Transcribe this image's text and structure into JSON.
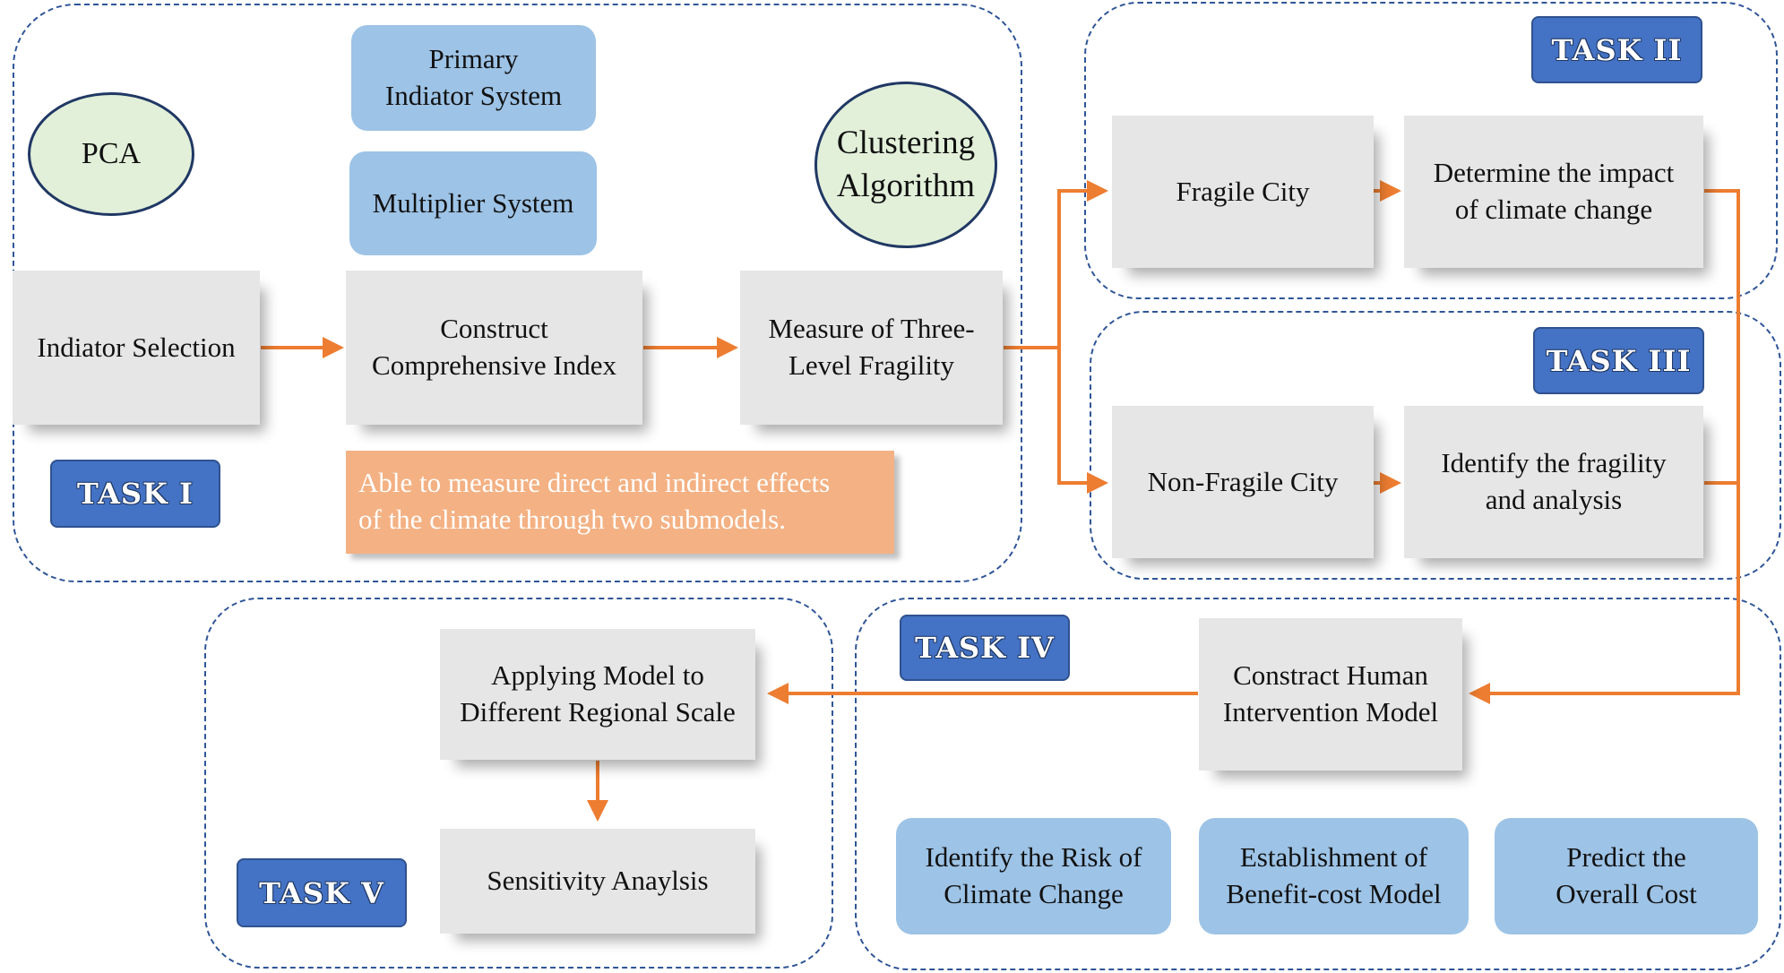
{
  "tasks": {
    "task1": "TASK I",
    "task2": "TASK II",
    "task3": "TASK III",
    "task4": "TASK IV",
    "task5": "TASK V"
  },
  "task1": {
    "pca": "PCA",
    "primary_indicator_system": "Primary\nIndiator System",
    "multiplier_system": "Multiplier System",
    "clustering_algorithm": "Clustering\nAlgorithm",
    "indicator_selection": "Indiator Selection",
    "construct_comprehensive_index": "Construct\nComprehensive Index",
    "measure_fragility": "Measure of Three-\nLevel Fragility",
    "callout": "Able to measure direct and indirect effects\nof the climate through two submodels."
  },
  "task2": {
    "fragile_city": "Fragile City",
    "determine_impact": "Determine the impact\nof climate change"
  },
  "task3": {
    "non_fragile_city": "Non-Fragile City",
    "identify_fragility": "Identify the fragility\nand analysis"
  },
  "task4": {
    "construct_model": "Constract Human\nIntervention Model",
    "identify_risk": "Identify the Risk of\nClimate Change",
    "benefit_cost": "Establishment of\nBenefit-cost Model",
    "predict_cost": "Predict the\nOverall Cost"
  },
  "task5": {
    "applying_model": "Applying Model to\nDifferent Regional Scale",
    "sensitivity": "Sensitivity Anaylsis"
  },
  "colors": {
    "arrow": "#ed7d31",
    "region_border": "#2f5597",
    "task_badge": "#4472c4",
    "process_box": "#e6e6e6",
    "method_box": "#9dc3e6",
    "oval_fill": "#e2f0d9",
    "callout": "#f4b183"
  }
}
